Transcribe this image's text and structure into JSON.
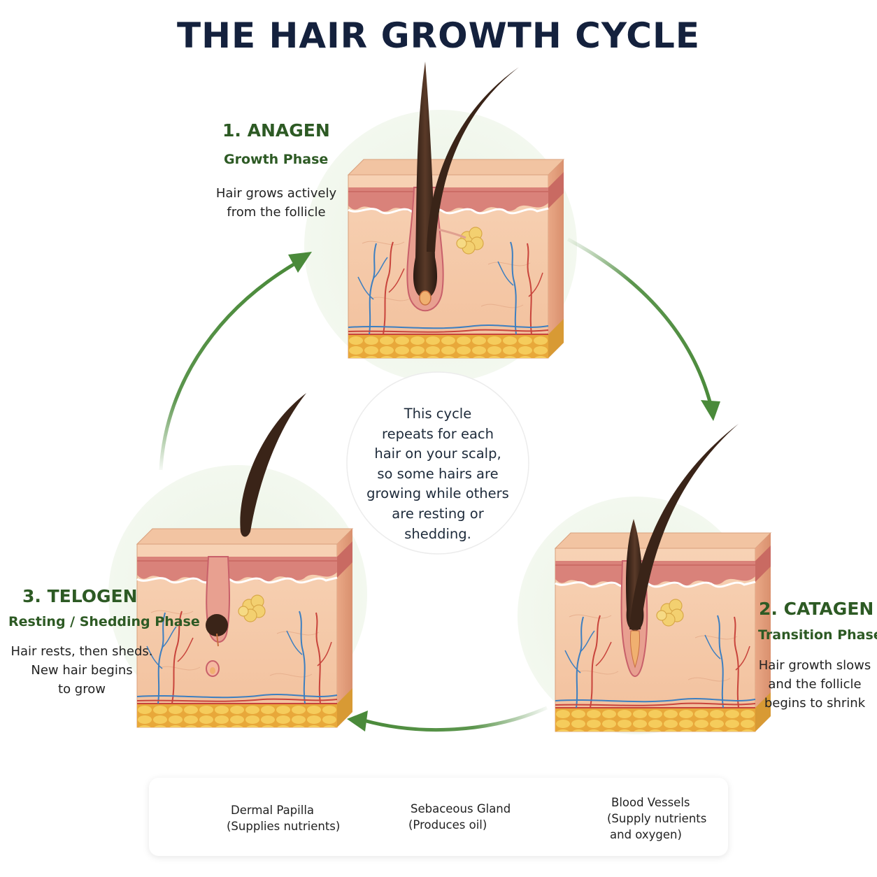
{
  "title": "THE HAIR GROWTH CYCLE",
  "phases": [
    {
      "name": "1. ANAGEN",
      "subtitle": "Growth Phase",
      "desc_lines": [
        "Hair grows actively",
        "from the follicle"
      ]
    },
    {
      "name": "2. CATAGEN",
      "subtitle": "Transition Phase",
      "desc_lines": [
        "Hair growth slows",
        "and the follicle",
        "begins to shrink"
      ]
    },
    {
      "name": "3. TELOGEN",
      "subtitle": "Resting / Shedding Phase",
      "desc_lines": [
        "Hair rests, then sheds.",
        "New hair begins",
        "to grow"
      ]
    }
  ],
  "center_lines": [
    "This cycle",
    "repeats for each",
    "hair on your scalp,",
    "so some hairs are",
    "growing while others",
    "are resting or",
    "shedding."
  ],
  "legend": [
    {
      "icon": "dermal-papilla-icon",
      "lines": [
        "Dermal Papilla",
        "(Supplies nutrients)"
      ]
    },
    {
      "icon": "sebaceous-gland-icon",
      "lines": [
        "Sebaceous Gland",
        "(Produces oil)"
      ]
    },
    {
      "icon": "blood-vessels-icon",
      "lines": [
        "Blood Vessels",
        "(Supply nutrients",
        "and oxygen)"
      ]
    }
  ],
  "colors": {
    "title": "#14213d",
    "phase_green": "#2d5a24",
    "arrow_green": "#4a8a3a",
    "halo_green": "#eef5e8",
    "skin": "#f5c9a8",
    "epidermis": "#d9827a",
    "fat": "#f0c050",
    "hair": "#3a2418",
    "gland": "#f3d070",
    "artery": "#c8443c",
    "vein": "#3d7fc0"
  }
}
